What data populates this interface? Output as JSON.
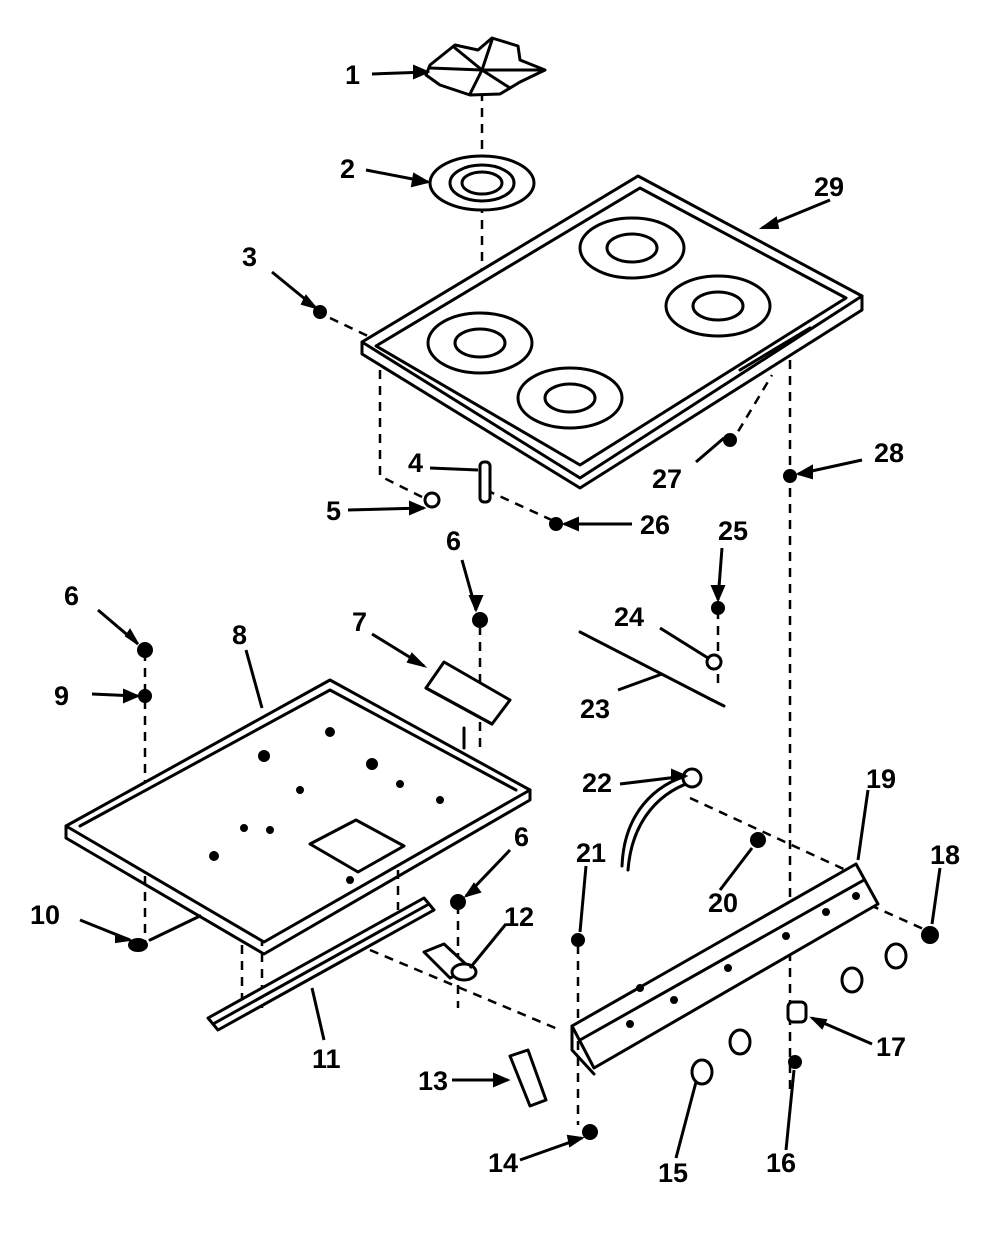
{
  "diagram": {
    "parts": [
      {
        "id": "p1",
        "label": "1"
      },
      {
        "id": "p2",
        "label": "2"
      },
      {
        "id": "p3",
        "label": "3"
      },
      {
        "id": "p4",
        "label": "4"
      },
      {
        "id": "p5",
        "label": "5"
      },
      {
        "id": "p6a",
        "label": "6"
      },
      {
        "id": "p6b",
        "label": "6"
      },
      {
        "id": "p6c",
        "label": "6"
      },
      {
        "id": "p7",
        "label": "7"
      },
      {
        "id": "p8",
        "label": "8"
      },
      {
        "id": "p9",
        "label": "9"
      },
      {
        "id": "p10",
        "label": "10"
      },
      {
        "id": "p11",
        "label": "11"
      },
      {
        "id": "p12",
        "label": "12"
      },
      {
        "id": "p13",
        "label": "13"
      },
      {
        "id": "p14",
        "label": "14"
      },
      {
        "id": "p15",
        "label": "15"
      },
      {
        "id": "p16",
        "label": "16"
      },
      {
        "id": "p17",
        "label": "17"
      },
      {
        "id": "p18",
        "label": "18"
      },
      {
        "id": "p19",
        "label": "19"
      },
      {
        "id": "p20",
        "label": "20"
      },
      {
        "id": "p21",
        "label": "21"
      },
      {
        "id": "p22",
        "label": "22"
      },
      {
        "id": "p23",
        "label": "23"
      },
      {
        "id": "p24",
        "label": "24"
      },
      {
        "id": "p25",
        "label": "25"
      },
      {
        "id": "p26",
        "label": "26"
      },
      {
        "id": "p27",
        "label": "27"
      },
      {
        "id": "p28",
        "label": "28"
      },
      {
        "id": "p29",
        "label": "29"
      }
    ]
  }
}
